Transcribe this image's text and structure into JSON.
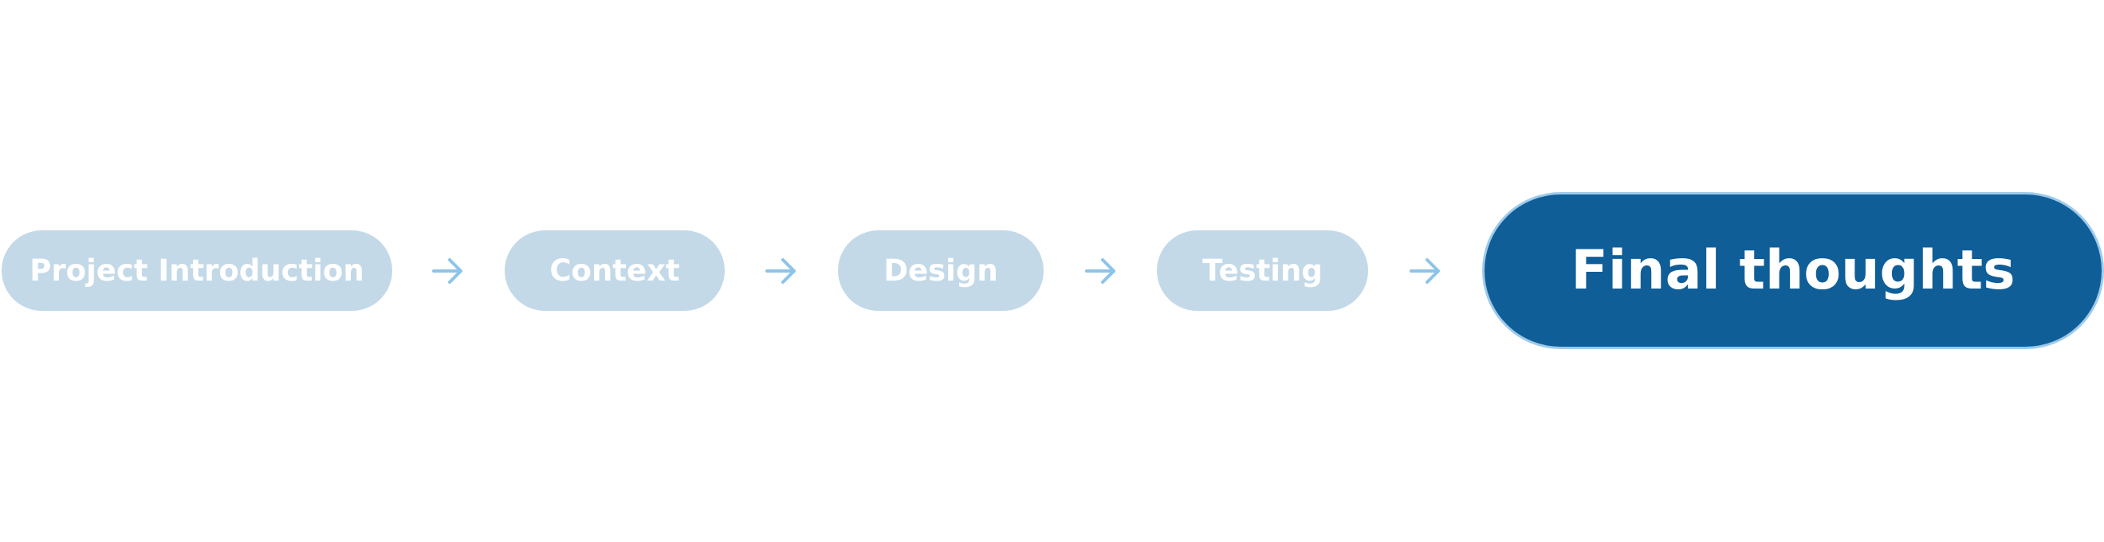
{
  "colors": {
    "inactive_step": "#c3d9e8",
    "active_step": "#0f5e98",
    "active_step_border": "#9ecaea",
    "arrow": "#8cc4ea",
    "label": "#ffffff"
  },
  "steps": [
    {
      "label": "Project Introduction",
      "active": false
    },
    {
      "label": "Context",
      "active": false
    },
    {
      "label": "Design",
      "active": false
    },
    {
      "label": "Testing",
      "active": false
    },
    {
      "label": "Final thoughts",
      "active": true
    }
  ],
  "connector_icon": "arrow-right-icon"
}
